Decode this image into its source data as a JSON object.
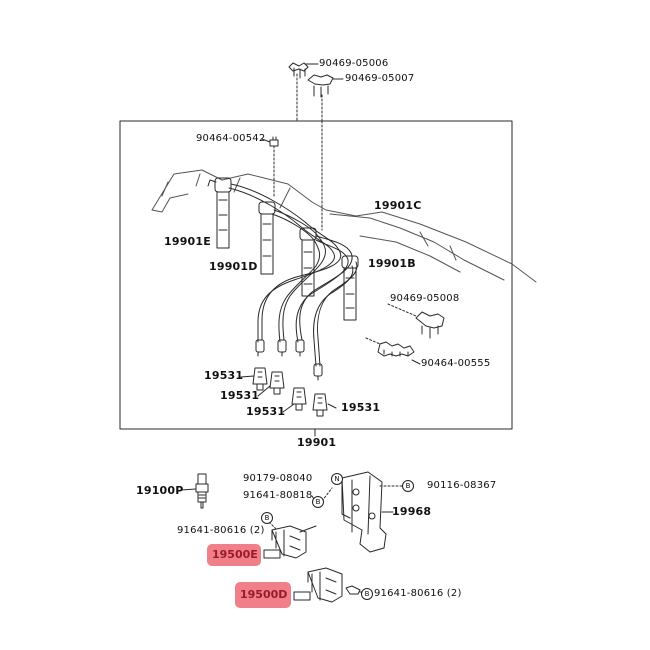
{
  "parts": {
    "p90469_05006": "90469-05006",
    "p90469_05007": "90469-05007",
    "p90464_00542": "90464-00542",
    "p19901C": "19901C",
    "p19901E": "19901E",
    "p19901D": "19901D",
    "p19901B": "19901B",
    "p90469_05008": "90469-05008",
    "p90464_00555": "90464-00555",
    "p19531_a": "19531",
    "p19531_b": "19531",
    "p19531_c": "19531",
    "p19531_d": "19531",
    "p19901": "19901",
    "p90179_08040": "90179-08040",
    "p90116_08367": "90116-08367",
    "p19100P": "19100P",
    "p91641_80818": "91641-80818",
    "p19968": "19968",
    "p91641_80616_a": "91641-80616 (2)",
    "p19500E": "19500E",
    "p19500D": "19500D",
    "p91641_80616_b": "91641-80616 (2)"
  },
  "markers": {
    "b": "B",
    "n": "N"
  },
  "colors": {
    "line": "#2a2a2a",
    "highlight": "#f07f8a",
    "highlight_text": "#9a1b28"
  }
}
